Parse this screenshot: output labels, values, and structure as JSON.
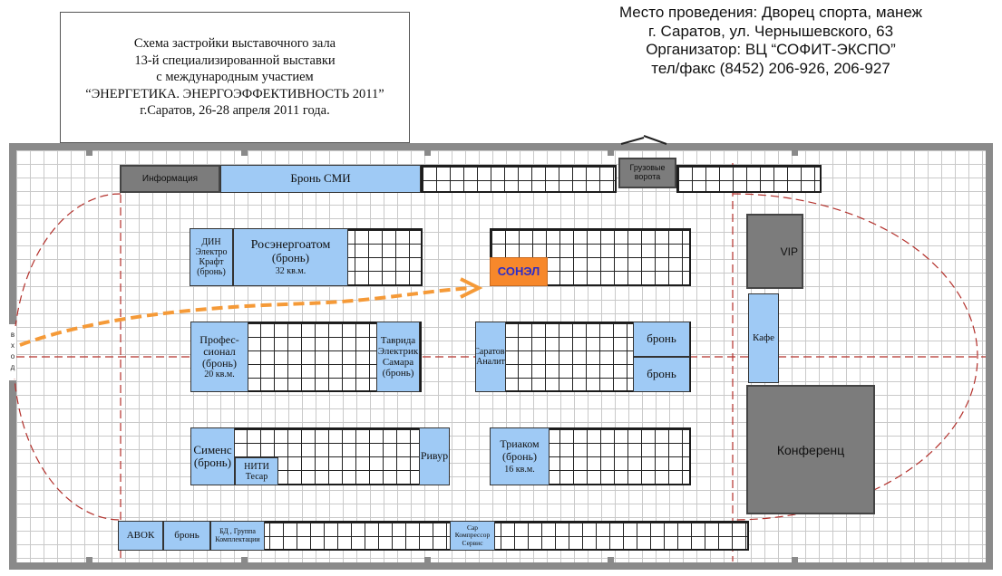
{
  "title_block": {
    "line1": "Схема застройки выставочного зала",
    "line2": "13-й специализированной выставки",
    "line3": "с международным участием",
    "line4": "“ЭНЕРГЕТИКА. ЭНЕРГОЭФФЕКТИВНОСТЬ 2011”",
    "line5": "г.Саратов, 26-28 апреля 2011 года."
  },
  "venue_info": {
    "line1": "Место проведения: Дворец спорта, манеж",
    "line2": "г. Саратов, ул. Чернышевского, 63",
    "line3": "Организатор:  ВЦ “СОФИТ-ЭКСПО”",
    "line4": "тел/факс (8452) 206-926, 206-927"
  },
  "entrance_label": "вход",
  "service_areas": {
    "info": "Информация",
    "cargo_gate": "Грузовые ворота",
    "vip": "VIP",
    "cafe": "Кафе",
    "conference": "Конференц"
  },
  "booths": {
    "smi": "Бронь СМИ",
    "din": "ДИН Электро Крафт (бронь)",
    "rosenergoatom": "Росэнергоатом",
    "rosenergoatom_status": "(бронь)",
    "rosenergoatom_area": "32 кв.м.",
    "sonel": "СОНЭЛ",
    "profesional": "Профес- сионал",
    "profesional_status": "(бронь)",
    "profesional_area": "20 кв.м.",
    "tavrida": "Таврида Электрик Самара (бронь)",
    "saratov_analit": "Саратов- Аналит",
    "bron_1": "бронь",
    "bron_2": "бронь",
    "siemens": "Сименс (бронь)",
    "niti": "НИТИ Тесар",
    "rivur": "Ривур",
    "triakom": "Триаком (бронь)",
    "triakom_area": "16 кв.м.",
    "avok": "АВОК",
    "bron_3": "бронь",
    "bd_group": "БД , Группа Комплектации",
    "sar_kompressor": "Сар Компрессор Сервис"
  },
  "colors": {
    "booth_fill": "#9fcaf5",
    "highlight_fill": "#f7882b",
    "highlight_text": "#2c2cc8",
    "service_fill": "#7c7c7c",
    "wall": "#8a8a8a",
    "route_arrow": "#f59a38",
    "axis_line": "#b3302b"
  }
}
